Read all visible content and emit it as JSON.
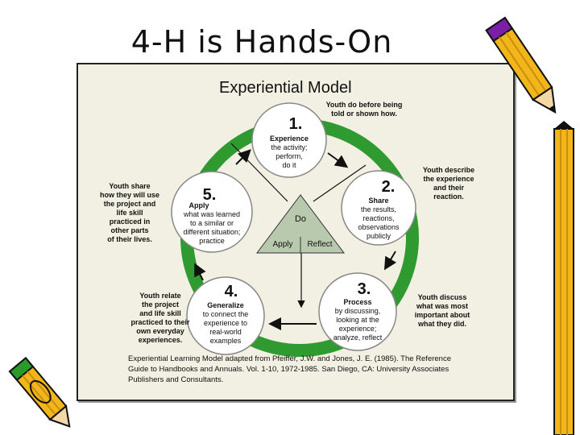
{
  "title": "4-H is Hands-On",
  "model": {
    "heading": "Experiential Model",
    "center": {
      "top": "Do",
      "left": "Apply",
      "right": "Reflect"
    },
    "steps": [
      {
        "num": "1.",
        "lines": [
          "Experience",
          "the activity;",
          "perform,",
          "do it"
        ]
      },
      {
        "num": "2.",
        "lines": [
          "Share",
          "the results,",
          "reactions,",
          "observations",
          "publicly"
        ]
      },
      {
        "num": "3.",
        "lines": [
          "Process",
          "by discussing,",
          "looking at the",
          "experience;",
          "analyze, reflect"
        ]
      },
      {
        "num": "4.",
        "lines": [
          "Generalize",
          "to connect the",
          "experience to",
          "real-world",
          "examples"
        ]
      },
      {
        "num": "5.",
        "lines": [
          "Apply",
          "what was learned",
          "to a similar or",
          "different situation;",
          "practice"
        ]
      }
    ],
    "outer_notes": [
      {
        "lines": [
          "Youth do before being",
          "told or shown how."
        ]
      },
      {
        "lines": [
          "Youth describe",
          "the experience",
          "and their",
          "reaction."
        ]
      },
      {
        "lines": [
          "Youth discuss",
          "what was most",
          "important about",
          "what they did."
        ]
      },
      {
        "lines": [
          "Youth relate",
          "the project",
          "and life skill",
          "practiced to their",
          "own everyday",
          "experiences."
        ]
      },
      {
        "lines": [
          "Youth share",
          "how they will use",
          "the project and",
          "life skill",
          "practiced in",
          "other parts",
          "of their lives."
        ]
      }
    ],
    "citation": [
      "Experiential Learning Model adapted from Pfeiffer, J.W. and Jones, J. E. (1985). The Reference",
      "Guide to Handbooks and Annuals. Vol. 1-10, 1972-1985. San Diego, CA: University Associates",
      "Publishers and Consultants."
    ]
  },
  "colors": {
    "ring": "#2f9a2f",
    "circle_fill": "#ffffff",
    "triangle": "#b8c9ae",
    "card": "#f1f0e2",
    "pencil_body": "#f2b61b",
    "pencil_band": "#7a1fa8",
    "pencil_band_small": "#2a9a2a"
  }
}
